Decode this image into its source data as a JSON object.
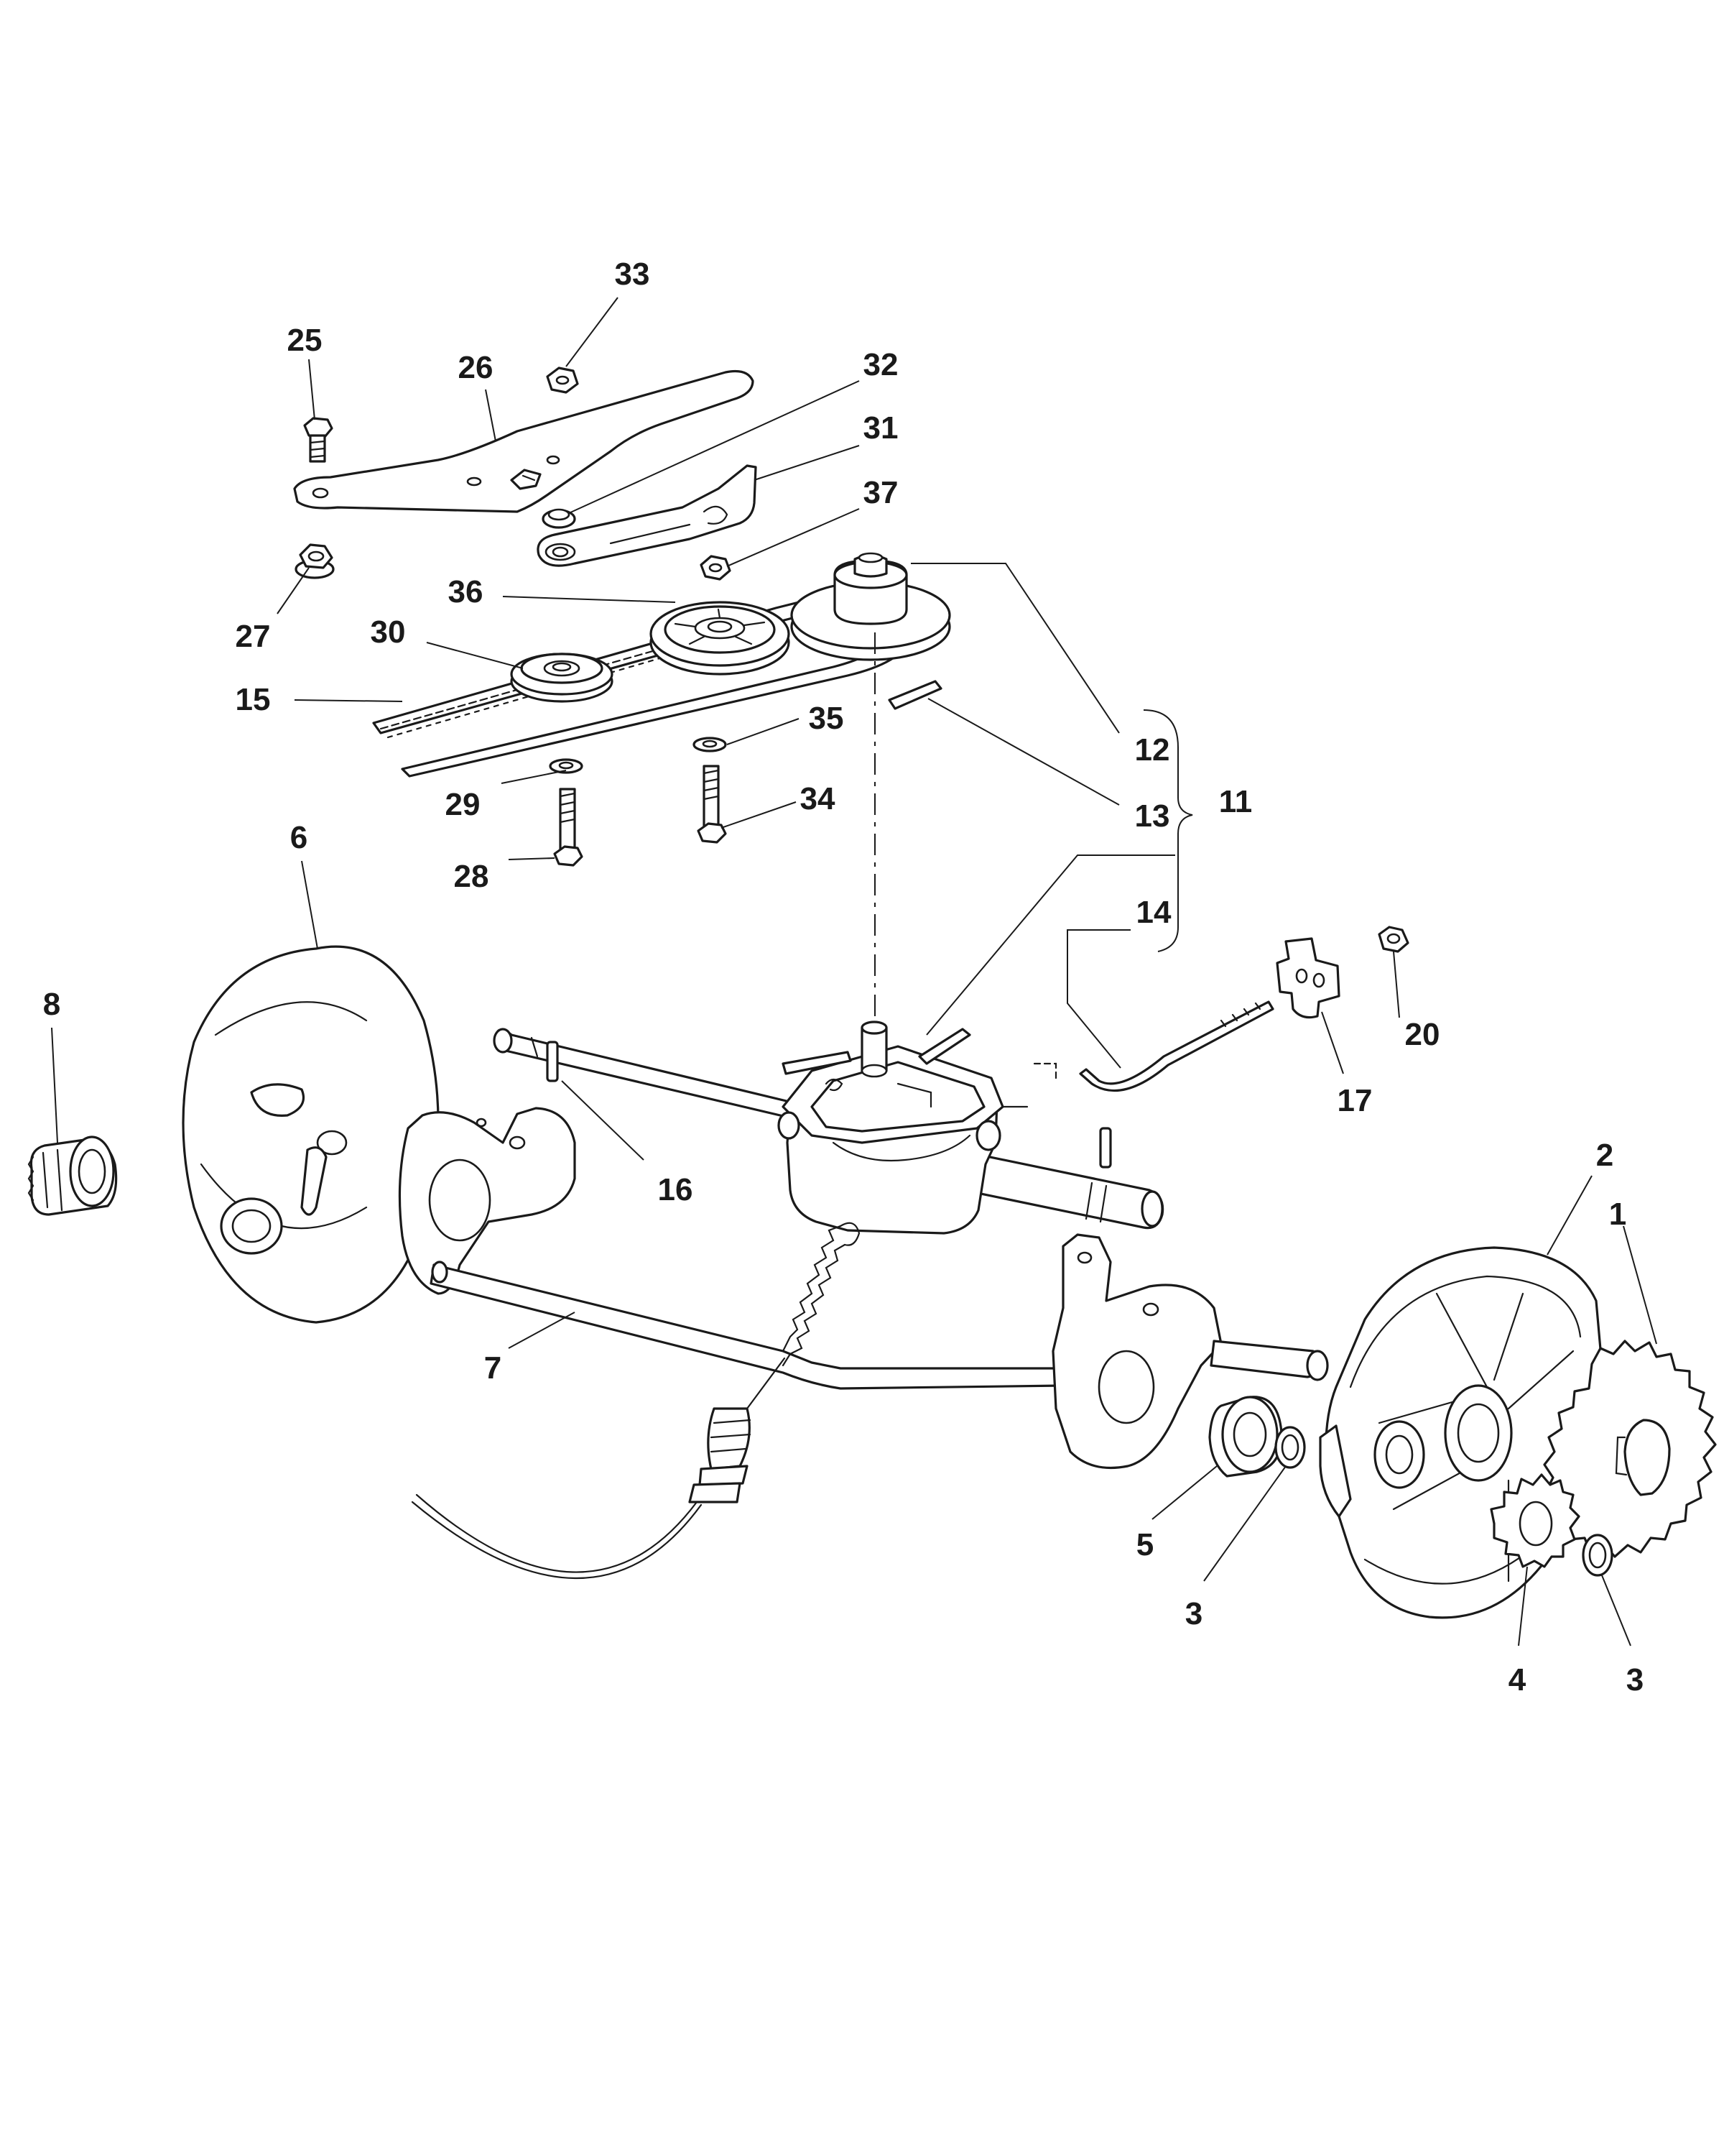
{
  "callouts": [
    {
      "id": "c33",
      "label": "33"
    },
    {
      "id": "c25",
      "label": "25"
    },
    {
      "id": "c26",
      "label": "26"
    },
    {
      "id": "c32",
      "label": "32"
    },
    {
      "id": "c31",
      "label": "31"
    },
    {
      "id": "c37",
      "label": "37"
    },
    {
      "id": "c36",
      "label": "36"
    },
    {
      "id": "c27",
      "label": "27"
    },
    {
      "id": "c30",
      "label": "30"
    },
    {
      "id": "c15",
      "label": "15"
    },
    {
      "id": "c35",
      "label": "35"
    },
    {
      "id": "c12",
      "label": "12"
    },
    {
      "id": "c13",
      "label": "13"
    },
    {
      "id": "c11",
      "label": "11"
    },
    {
      "id": "c29",
      "label": "29"
    },
    {
      "id": "c34",
      "label": "34"
    },
    {
      "id": "c28",
      "label": "28"
    },
    {
      "id": "c6",
      "label": "6"
    },
    {
      "id": "c14",
      "label": "14"
    },
    {
      "id": "c8",
      "label": "8"
    },
    {
      "id": "c20",
      "label": "20"
    },
    {
      "id": "c17",
      "label": "17"
    },
    {
      "id": "c16",
      "label": "16"
    },
    {
      "id": "c2",
      "label": "2"
    },
    {
      "id": "c1",
      "label": "1"
    },
    {
      "id": "c7",
      "label": "7"
    },
    {
      "id": "c5",
      "label": "5"
    },
    {
      "id": "c3a",
      "label": "3"
    },
    {
      "id": "c4",
      "label": "4"
    },
    {
      "id": "c3b",
      "label": "3"
    }
  ]
}
